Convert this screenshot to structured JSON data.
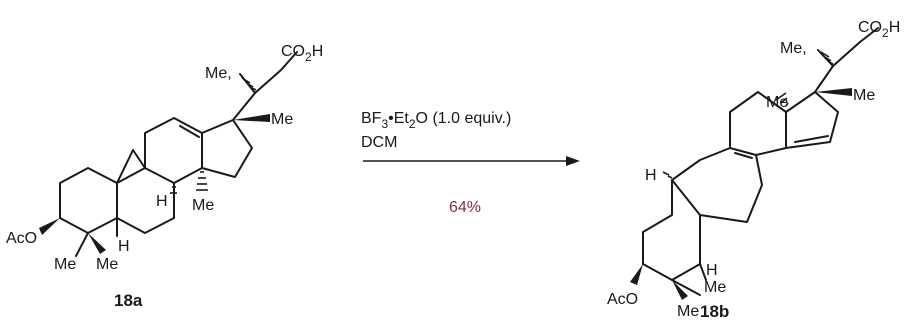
{
  "reagents": {
    "line1_main": "BF",
    "line1_sub1": "3",
    "line1_mid": "•Et",
    "line1_sub2": "2",
    "line1_end": "O (1.0 equiv.)",
    "line2": "DCM"
  },
  "yield": "64%",
  "colors": {
    "ink": "#1a1a1a",
    "yield": "#8b2c4a"
  },
  "substrate": {
    "id": "18a",
    "acid_main": "CO",
    "acid_sub": "2",
    "acid_end": "H",
    "me_side": "Me,",
    "me_c17": "Me",
    "me_c14": "Me",
    "h8": "H",
    "h5": "H",
    "aco": "AcO",
    "me4a": "Me",
    "me4b": "Me"
  },
  "product": {
    "id": "18b",
    "acid_main": "CO",
    "acid_sub": "2",
    "acid_end": "H",
    "me_side": "Me,",
    "me_c13": "Me",
    "me_c17": "Me",
    "h_top": "H",
    "h5": "H",
    "aco": "AcO",
    "me4": "Me",
    "me4b": "Me"
  }
}
